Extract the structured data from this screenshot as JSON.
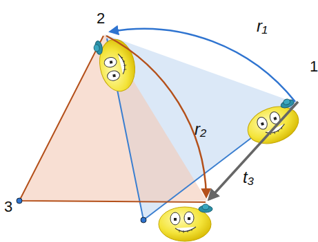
{
  "diagram": {
    "labels": [
      "2",
      "r₁",
      "1",
      "r₂",
      "t₃",
      "3"
    ]
  }
}
